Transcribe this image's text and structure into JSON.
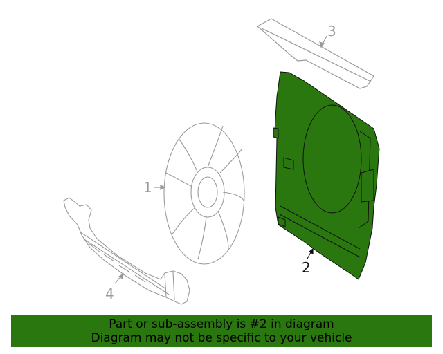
{
  "callouts": {
    "fan": "1",
    "shroud": "2",
    "cover": "3",
    "support": "4"
  },
  "banner": {
    "line1": "Part or sub-assembly is #2 in diagram",
    "line2": "Diagram may not be specific to your vehicle"
  },
  "colors": {
    "highlight": "#2a760f",
    "line_gray": "#9a9a9a",
    "banner_bg": "#2a760f"
  }
}
